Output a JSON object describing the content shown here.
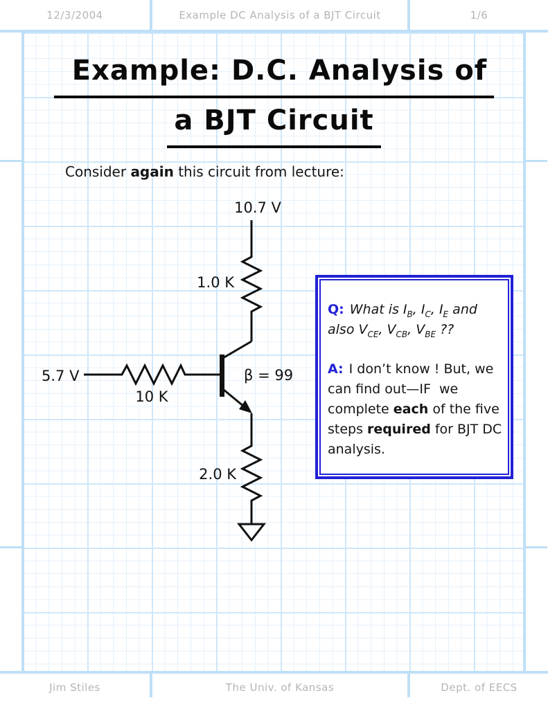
{
  "colors": {
    "accent": "#2121d6",
    "edge": "#bfdff7",
    "major": "#cfe7fa",
    "minor": "#e4f1fc",
    "muted": "#b5b5b5",
    "ink": "#111111"
  },
  "header": {
    "date": "12/3/2004",
    "title": "Example DC Analysis of a BJT Circuit",
    "page_num": "1/6"
  },
  "slide_title": {
    "line1": "Example: D.C. Analysis of",
    "line2": "a BJT Circuit"
  },
  "intro": {
    "pre": "Consider ",
    "bold": "again",
    "post": " this circuit from lecture:"
  },
  "circuit": {
    "supply_voltage": "10.7 V",
    "collector_resistor": "1.0 K",
    "input_voltage": "5.7 V",
    "base_resistor": "10 K",
    "beta": "β = 99",
    "emitter_resistor": "2.0 K"
  },
  "qa_box": {
    "q_label": "Q:",
    "q": {
      "s0": "What is I",
      "sub0": "B",
      "s1": ", I",
      "sub1": "C",
      "s2": ", I",
      "sub2": "E",
      "s3": " and also V",
      "sub3": "CE",
      "s4": ", V",
      "sub4": "CB",
      "s5": ", V",
      "sub5": "BE",
      "s6": " ??"
    },
    "a_label": "A:",
    "a": {
      "pre": "I don’t know ! But, we can find out—IF  we complete ",
      "bold1": "each",
      "mid": " of the five steps ",
      "bold2": "required",
      "post": " for BJT DC analysis."
    }
  },
  "footer": {
    "author": "Jim Stiles",
    "institution": "The Univ. of Kansas",
    "department": "Dept. of EECS"
  }
}
